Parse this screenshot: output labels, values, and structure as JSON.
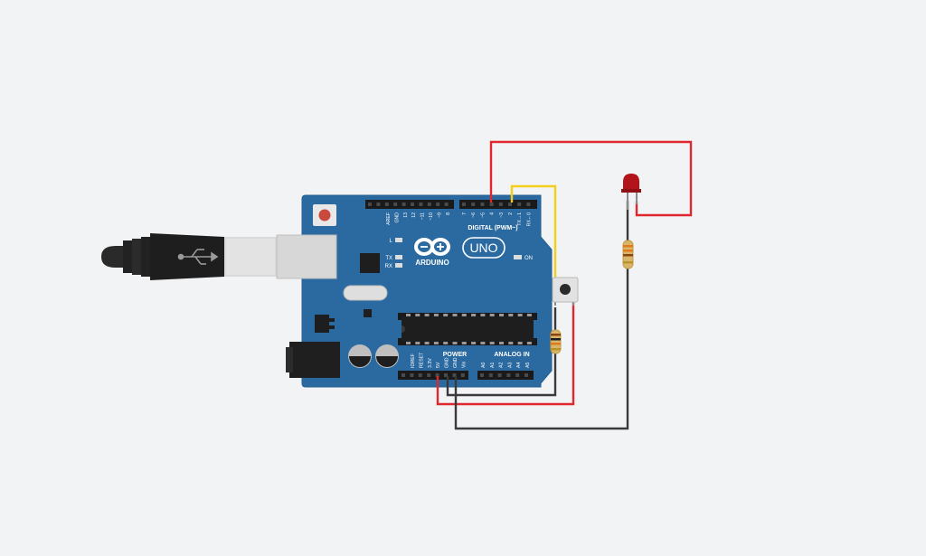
{
  "board": {
    "brand": "ARDUINO",
    "model": "UNO",
    "digital_label": "DIGITAL (PWM~)",
    "power_label": "POWER",
    "analog_label": "ANALOG IN",
    "led_l": "L",
    "led_tx": "TX",
    "led_rx": "RX",
    "led_on": "ON",
    "digital_pins": [
      "AREF",
      "GND",
      "13",
      "12",
      "~11",
      "~10",
      "~9",
      "8",
      "7",
      "~6",
      "~5",
      "4",
      "~3",
      "2",
      "TX→1",
      "RX←0"
    ],
    "power_pins": [
      "IOREF",
      "RESET",
      "3.3V",
      "5V",
      "GND",
      "GND",
      "Vin"
    ],
    "analog_pins": [
      "A0",
      "A1",
      "A2",
      "A3",
      "A4",
      "A5"
    ]
  },
  "colors": {
    "background": "#f2f3f5",
    "board": "#2b6aa0",
    "wire_red": "#e0262e",
    "wire_black": "#3a3a3a",
    "wire_yellow": "#f2cf1a",
    "led": "#b3141a"
  },
  "components": [
    "usb-cable",
    "arduino-uno",
    "pushbutton",
    "resistor",
    "resistor",
    "red-led"
  ]
}
